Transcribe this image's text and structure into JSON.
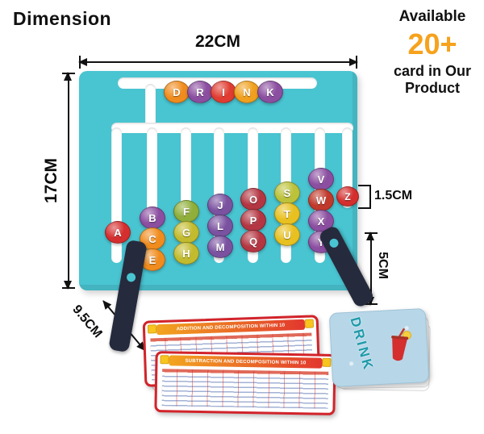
{
  "header": {
    "title": "Dimension",
    "available_label": "Available",
    "available_count": "20+",
    "available_sub": "card in Our Product"
  },
  "dimensions": {
    "width": "22CM",
    "height": "17CM",
    "bead_size": "1.5CM",
    "stand_height": "5CM",
    "stand_depth": "9.5CM"
  },
  "board": {
    "drink_beads": [
      {
        "letter": "D",
        "color": "#f08c1e"
      },
      {
        "letter": "R",
        "color": "#8b4ea0"
      },
      {
        "letter": "I",
        "color": "#e03c31"
      },
      {
        "letter": "N",
        "color": "#f0a01e"
      },
      {
        "letter": "K",
        "color": "#8b4ea0"
      }
    ],
    "columns": [
      {
        "beads": [
          {
            "letter": "A",
            "color": "#d42e2e"
          }
        ]
      },
      {
        "beads": [
          {
            "letter": "B",
            "color": "#8b4ea0"
          },
          {
            "letter": "C",
            "color": "#f08c1e"
          },
          {
            "letter": "E",
            "color": "#f08c1e"
          }
        ]
      },
      {
        "beads": [
          {
            "letter": "F",
            "color": "#8fae3a"
          },
          {
            "letter": "G",
            "color": "#c2bb2e"
          },
          {
            "letter": "H",
            "color": "#c2bb2e"
          }
        ]
      },
      {
        "beads": [
          {
            "letter": "J",
            "color": "#7a52a0"
          },
          {
            "letter": "L",
            "color": "#7a52a0"
          },
          {
            "letter": "M",
            "color": "#7a52a0"
          }
        ]
      },
      {
        "beads": [
          {
            "letter": "O",
            "color": "#b33642"
          },
          {
            "letter": "P",
            "color": "#b33642"
          },
          {
            "letter": "Q",
            "color": "#b33642"
          }
        ]
      },
      {
        "beads": [
          {
            "letter": "S",
            "color": "#bcc23a"
          },
          {
            "letter": "T",
            "color": "#e8c020"
          },
          {
            "letter": "U",
            "color": "#e8c020"
          }
        ]
      },
      {
        "beads": [
          {
            "letter": "V",
            "color": "#8b4ea0"
          },
          {
            "letter": "W",
            "color": "#c0392b"
          },
          {
            "letter": "X",
            "color": "#8b4ea0"
          },
          {
            "letter": "Y",
            "color": "#8b4ea0"
          }
        ]
      },
      {
        "beads": [
          {
            "letter": "Z",
            "color": "#d42e2e"
          }
        ]
      }
    ]
  },
  "cards": {
    "math_card_1_title": "ADDITION AND DECOMPOSITION WITHIN 10",
    "math_card_2_title": "SUBTRACTION AND DECOMPOSITION WITHIN 10",
    "drink_card_word": "DRINK"
  },
  "colors": {
    "board": "#49c4d1",
    "accent_orange": "#f6a21d",
    "stand": "#262a3d",
    "drink_text": "#1f9aaa",
    "card_border": "#d2232a",
    "drink_card_bg": "#b7d7e8"
  }
}
